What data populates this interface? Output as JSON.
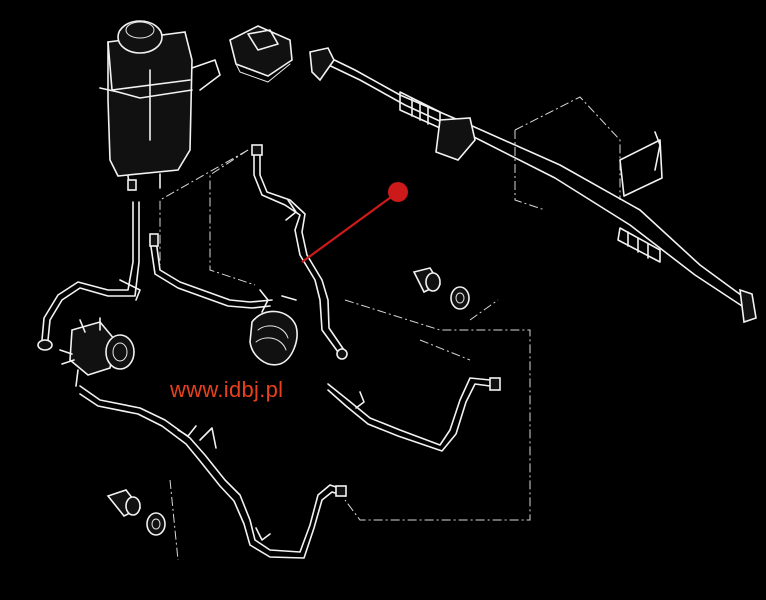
{
  "watermark": {
    "text": "www.idbj.pl",
    "color": "#e8401c"
  },
  "colors": {
    "background": "#000000",
    "lines": "#f2f2f2",
    "callout": "#cc1a1a"
  },
  "parts": [
    "fluid-reservoir",
    "reservoir-cap",
    "steering-rack",
    "power-steering-pump",
    "return-hose",
    "pressure-hose",
    "cooler-line",
    "banjo-bolt",
    "sealing-washer",
    "pulley"
  ]
}
